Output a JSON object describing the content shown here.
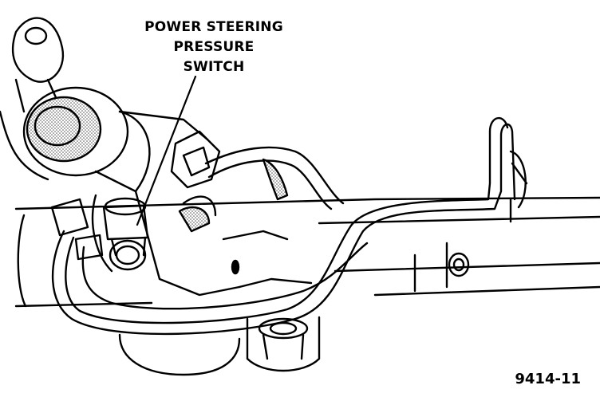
{
  "figure": {
    "callout_lines": [
      "POWER STEERING",
      "PRESSURE",
      "SWITCH"
    ],
    "figure_number": "9414-11"
  },
  "colors": {
    "ink": "#000000",
    "paper": "#ffffff",
    "stipple": "#8a8a8a"
  },
  "icons": {
    "switch": "pressure-switch-icon",
    "rack": "steering-rack-housing",
    "lines": "hydraulic-tube-lines"
  }
}
